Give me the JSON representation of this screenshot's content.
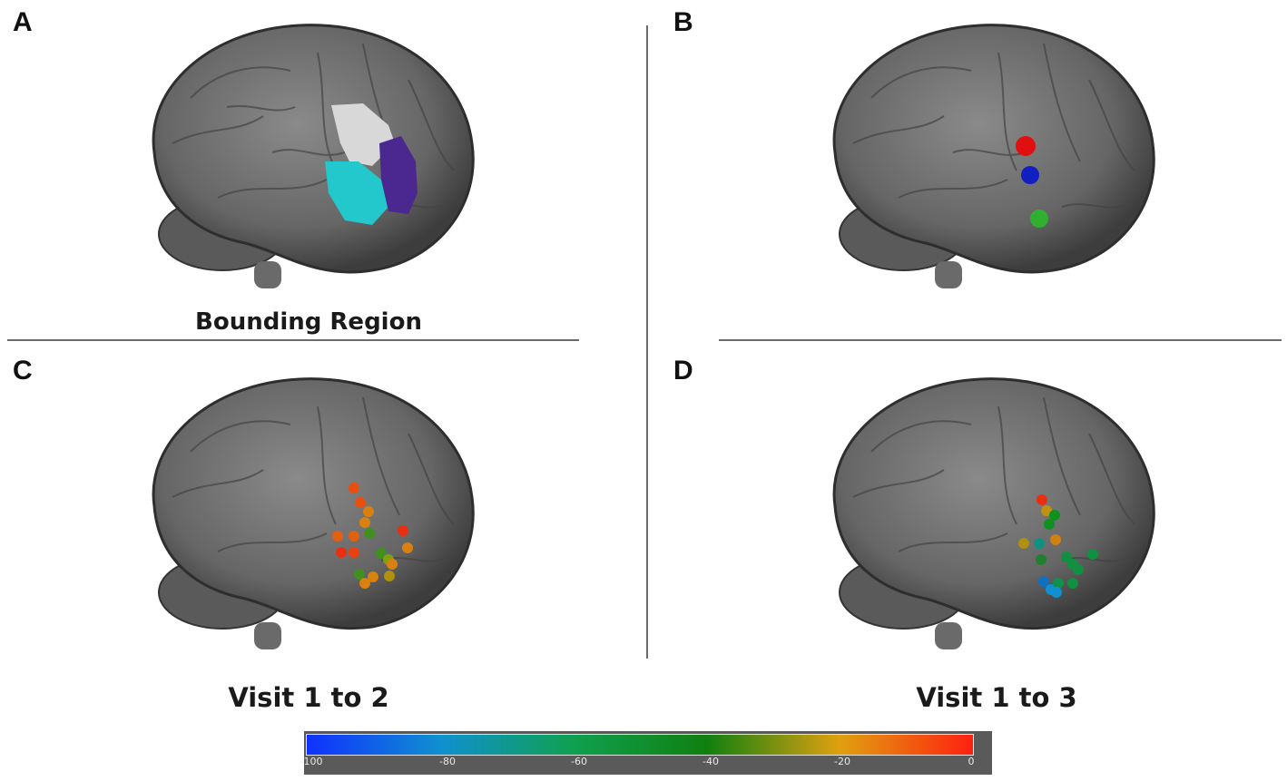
{
  "panels": {
    "a": {
      "letter": "A",
      "caption": "Bounding Region"
    },
    "b": {
      "letter": "B"
    },
    "c": {
      "letter": "C",
      "caption": "Visit 1 to 2"
    },
    "d": {
      "letter": "D",
      "caption": "Visit 1 to 3"
    }
  },
  "colorbar": {
    "ticks": [
      "-100",
      "-80",
      "-60",
      "-40",
      "-20",
      "0"
    ],
    "colors": [
      "#1030ff",
      "#1090d0",
      "#10a050",
      "#108010",
      "#e0a010",
      "#ff2010"
    ]
  },
  "colors": {
    "region_gray": "#d8d8d8",
    "region_cyan": "#22c8cc",
    "region_purple": "#4a2890",
    "marker_red": "#e01010",
    "marker_blue": "#1020c0",
    "marker_green": "#30b030"
  }
}
